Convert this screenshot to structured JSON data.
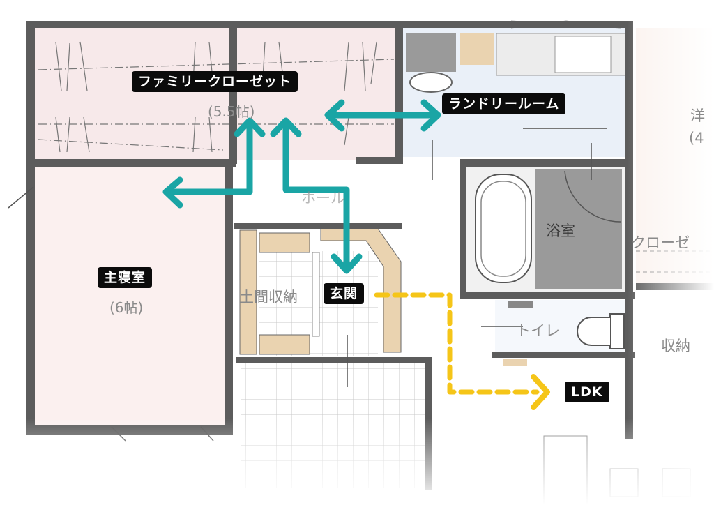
{
  "rooms": {
    "family_closet": {
      "label": "ファミリークローゼット",
      "size": "(5.5帖)"
    },
    "laundry": {
      "label": "ランドリールーム"
    },
    "master_bedroom": {
      "label": "主寝室",
      "size": "(6帖)"
    },
    "entrance": {
      "label": "玄関"
    },
    "ldk": {
      "label": "LDK"
    },
    "bathroom": {
      "label": "浴室"
    },
    "toilet": {
      "label": "トイレ"
    },
    "hall": {
      "label": "ホール"
    },
    "doma_storage": {
      "label": "土間収納"
    },
    "closet_partial": {
      "label": "クローゼ"
    },
    "storage_partial": {
      "label": "収納"
    },
    "right_room_partial": {
      "label": "洋",
      "size": "(4"
    }
  },
  "colors": {
    "teal_arrow": "#1aa5a5",
    "yellow_path": "#f5c518",
    "wall": "#5c5c5c",
    "closet_floor": "#f7e9ea",
    "laundry_floor": "#eaf0f8",
    "bedroom_floor": "#fbf0ef",
    "wood": "#ead3b0",
    "label_bg": "#0b0b0b"
  }
}
